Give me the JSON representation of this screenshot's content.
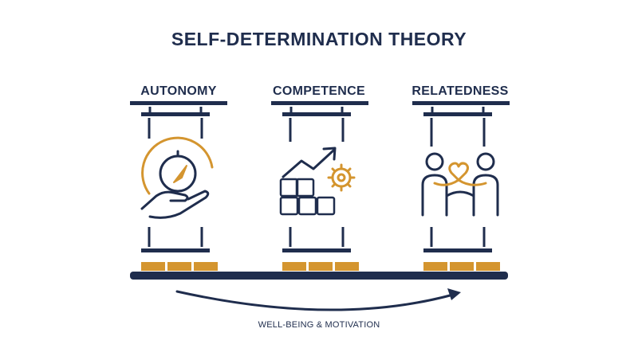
{
  "title": "SELF-DETERMINATION THEORY",
  "pillars": [
    {
      "label": "AUTONOMY",
      "icon": "compass-in-hand-icon"
    },
    {
      "label": "COMPETENCE",
      "icon": "growth-blocks-gear-icon"
    },
    {
      "label": "RELATEDNESS",
      "icon": "people-heart-icon"
    }
  ],
  "footer": {
    "label": "WELL-BEING & MOTIVATION"
  },
  "colors": {
    "navy": "#1f2d4d",
    "gold": "#d4952f"
  }
}
